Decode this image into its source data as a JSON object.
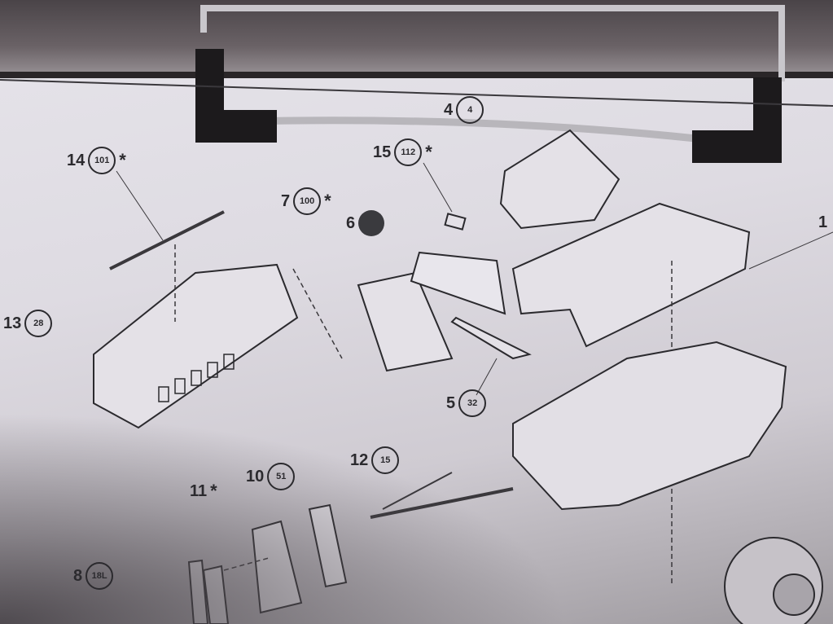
{
  "scene": {
    "description": "Photo of a model kit assembly instruction sheet showing exploded parts diagram, held by a chrome clip with black rubber corners",
    "background_color": "#dedbe2",
    "ink_color": "#2b2a2e"
  },
  "callouts": [
    {
      "id": "14",
      "ref": "101",
      "star": "*"
    },
    {
      "id": "15",
      "ref": "112",
      "star": "*"
    },
    {
      "id": "4",
      "ref": "4",
      "star": ""
    },
    {
      "id": "7",
      "ref": "100",
      "star": "*"
    },
    {
      "id": "6",
      "ref": "",
      "star": ""
    },
    {
      "id": "13",
      "ref": "28",
      "star": ""
    },
    {
      "id": "5",
      "ref": "32",
      "star": ""
    },
    {
      "id": "12",
      "ref": "15",
      "star": ""
    },
    {
      "id": "10",
      "ref": "51",
      "star": ""
    },
    {
      "id": "11",
      "ref": "",
      "star": "*"
    },
    {
      "id": "8",
      "ref": "18L",
      "star": ""
    },
    {
      "id": "1",
      "ref": "",
      "star": ""
    }
  ]
}
